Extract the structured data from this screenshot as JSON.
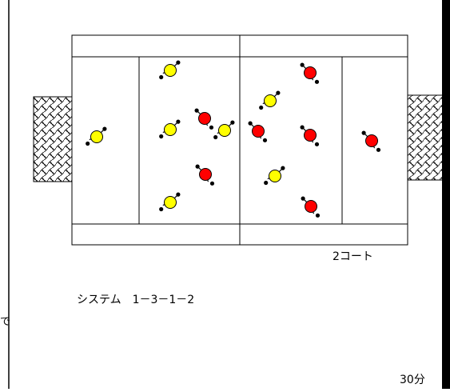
{
  "labels": {
    "court": "2コート",
    "system": "システム　1－3－1－2",
    "time": "30分",
    "side_char": "で"
  },
  "colors": {
    "yellow_team": "#ffff00",
    "red_team": "#ff0000",
    "line": "#000000",
    "background": "#ffffff",
    "frame_bar": "#000000"
  }
}
